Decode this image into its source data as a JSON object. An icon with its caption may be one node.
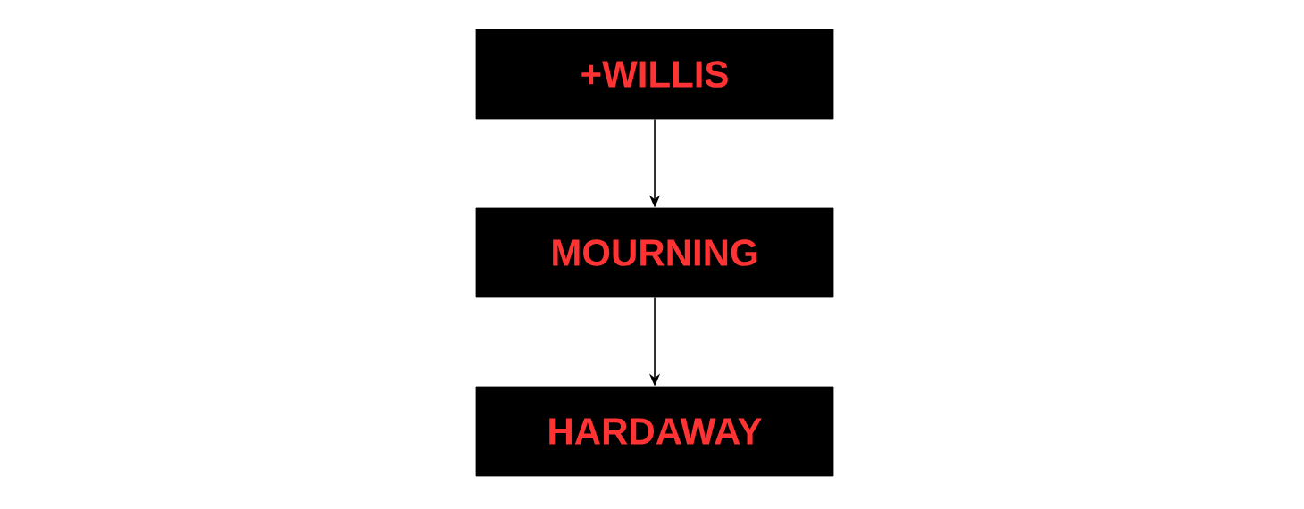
{
  "diagram": {
    "nodes": [
      {
        "text": [
          "+WILLIS"
        ]
      },
      {
        "text": [
          "MOURNING"
        ]
      },
      {
        "text": [
          "HARDAWAY"
        ]
      }
    ],
    "edges": [
      {
        "from": 0,
        "to": 1,
        "arrow": "to"
      },
      {
        "from": 1,
        "to": 2,
        "arrow": "to"
      }
    ]
  }
}
